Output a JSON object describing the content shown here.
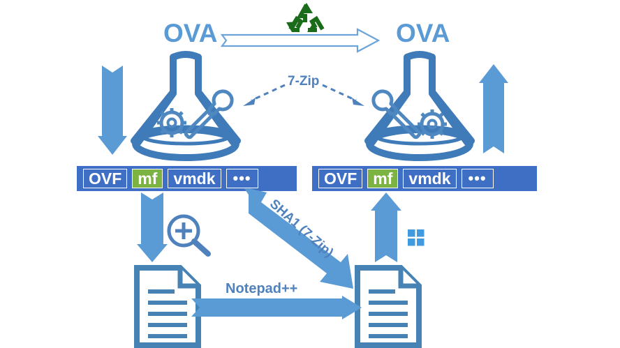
{
  "diagram": {
    "title_left": "OVA",
    "title_right": "OVA",
    "labels": {
      "seven_zip": "7-Zip",
      "sha1": "SHA1 (7-Zip)",
      "notepad": "Notepad++"
    },
    "icons": {
      "recycle": "recycle-icon",
      "magnifier": "magnifier-plus-icon",
      "windows": "windows-logo-icon",
      "flask_left": "flask-tools-icon",
      "flask_right": "flask-tools-icon",
      "document_left": "document-icon",
      "document_right": "document-icon"
    },
    "left_bar": {
      "items": [
        {
          "label": "OVF",
          "highlight": false
        },
        {
          "label": "mf",
          "highlight": true
        },
        {
          "label": "vmdk",
          "highlight": false
        },
        {
          "label": "•••",
          "highlight": false
        }
      ]
    },
    "right_bar": {
      "items": [
        {
          "label": "OVF",
          "highlight": false
        },
        {
          "label": "mf",
          "highlight": true
        },
        {
          "label": "vmdk",
          "highlight": false
        },
        {
          "label": "•••",
          "highlight": false
        }
      ]
    },
    "colors": {
      "accent_blue": "#5b9bd5",
      "dark_blue": "#4f81bd",
      "bar_blue": "#3f6fc4",
      "green": "#7cb342",
      "recycle_green": "#1a6b1a",
      "background": "#ffffff"
    }
  }
}
